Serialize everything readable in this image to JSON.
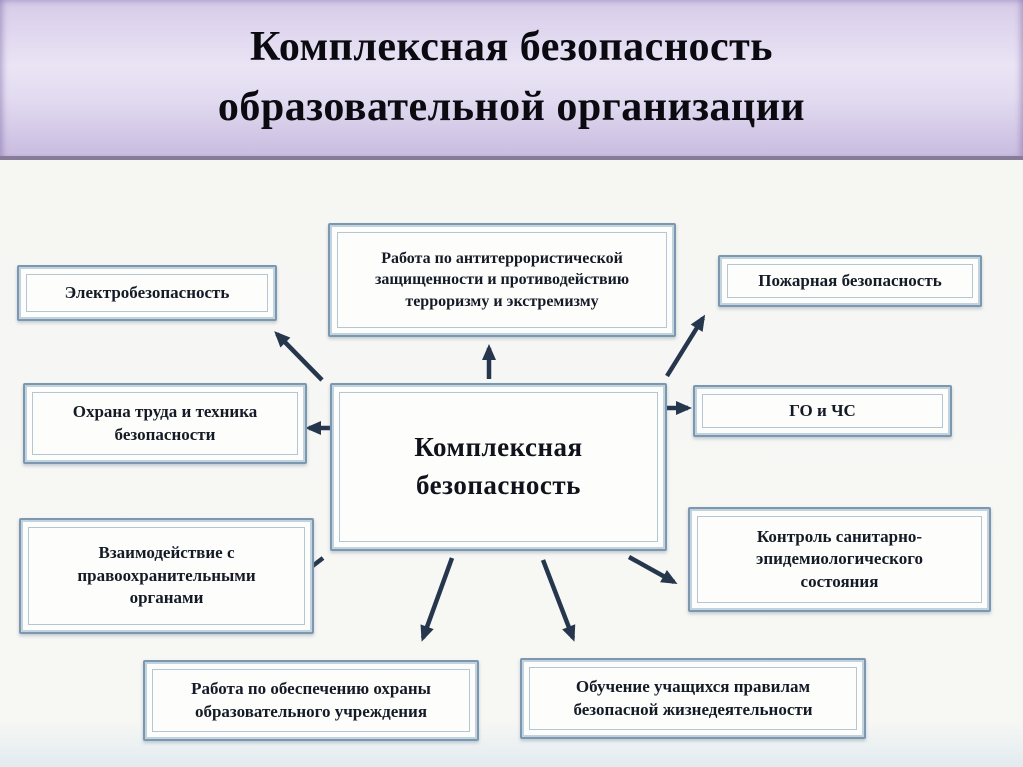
{
  "header": {
    "title_lines": [
      "Комплексная безопасность",
      "образовательной организации"
    ]
  },
  "nodes": {
    "center": {
      "label": "Комплексная безопасность"
    },
    "electro": {
      "label": "Электробезопасность"
    },
    "antiterror": {
      "label": "Работа по антитеррористической защищенности и противодействию терроризму и экстремизму"
    },
    "fire": {
      "label": "Пожарная безопасность"
    },
    "labor": {
      "label": "Охрана труда и техника безопасности"
    },
    "gochs": {
      "label": "ГО и ЧС"
    },
    "police": {
      "label": "Взаимодействие с правоохранительными органами"
    },
    "sanitary": {
      "label": "Контроль санитарно-эпидемиологического состояния"
    },
    "guard": {
      "label": "Работа по обеспечению охраны образовательного учреждения"
    },
    "training": {
      "label": "Обучение учащихся правилам безопасной жизнедеятельности"
    }
  },
  "edges": [
    {
      "from": "center",
      "to": "electro"
    },
    {
      "from": "center",
      "to": "antiterror"
    },
    {
      "from": "center",
      "to": "fire"
    },
    {
      "from": "center",
      "to": "labor"
    },
    {
      "from": "center",
      "to": "gochs"
    },
    {
      "from": "center",
      "to": "police"
    },
    {
      "from": "center",
      "to": "guard"
    },
    {
      "from": "center",
      "to": "training"
    },
    {
      "from": "center",
      "to": "sanitary"
    }
  ],
  "colors": {
    "header_background": "#e4dcf1",
    "header_border": "#867c98",
    "box_border": "#7b98b0",
    "box_inner_border": "#b3c6d3",
    "box_background": "#fdfdfb",
    "arrow": "#26374d",
    "text": "#141a26",
    "canvas_background": "#f6f6f3"
  }
}
